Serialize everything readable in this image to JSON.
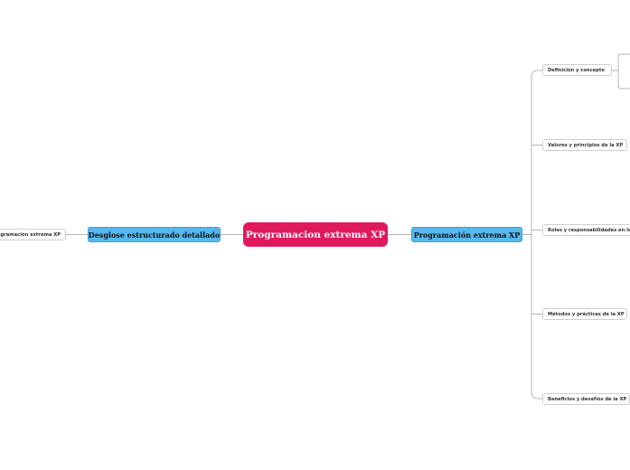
{
  "central_topic": "Programacion extrema XP",
  "left_branch": {
    "label": "Desglose estructurado detallado",
    "child": "Programación extrema XP"
  },
  "right_branch": {
    "label": "Programación extrema XP",
    "children": [
      "Definición y concepto",
      "Valores y principios de la XP",
      "Roles y responsabilidades en la XP",
      "Métodos y prácticas de la XP",
      "Beneficios y desafíos de la XP"
    ]
  },
  "colors": {
    "central": "#e0195c",
    "main_topic": "#55b8ee",
    "connector": "#b5b5b5"
  }
}
